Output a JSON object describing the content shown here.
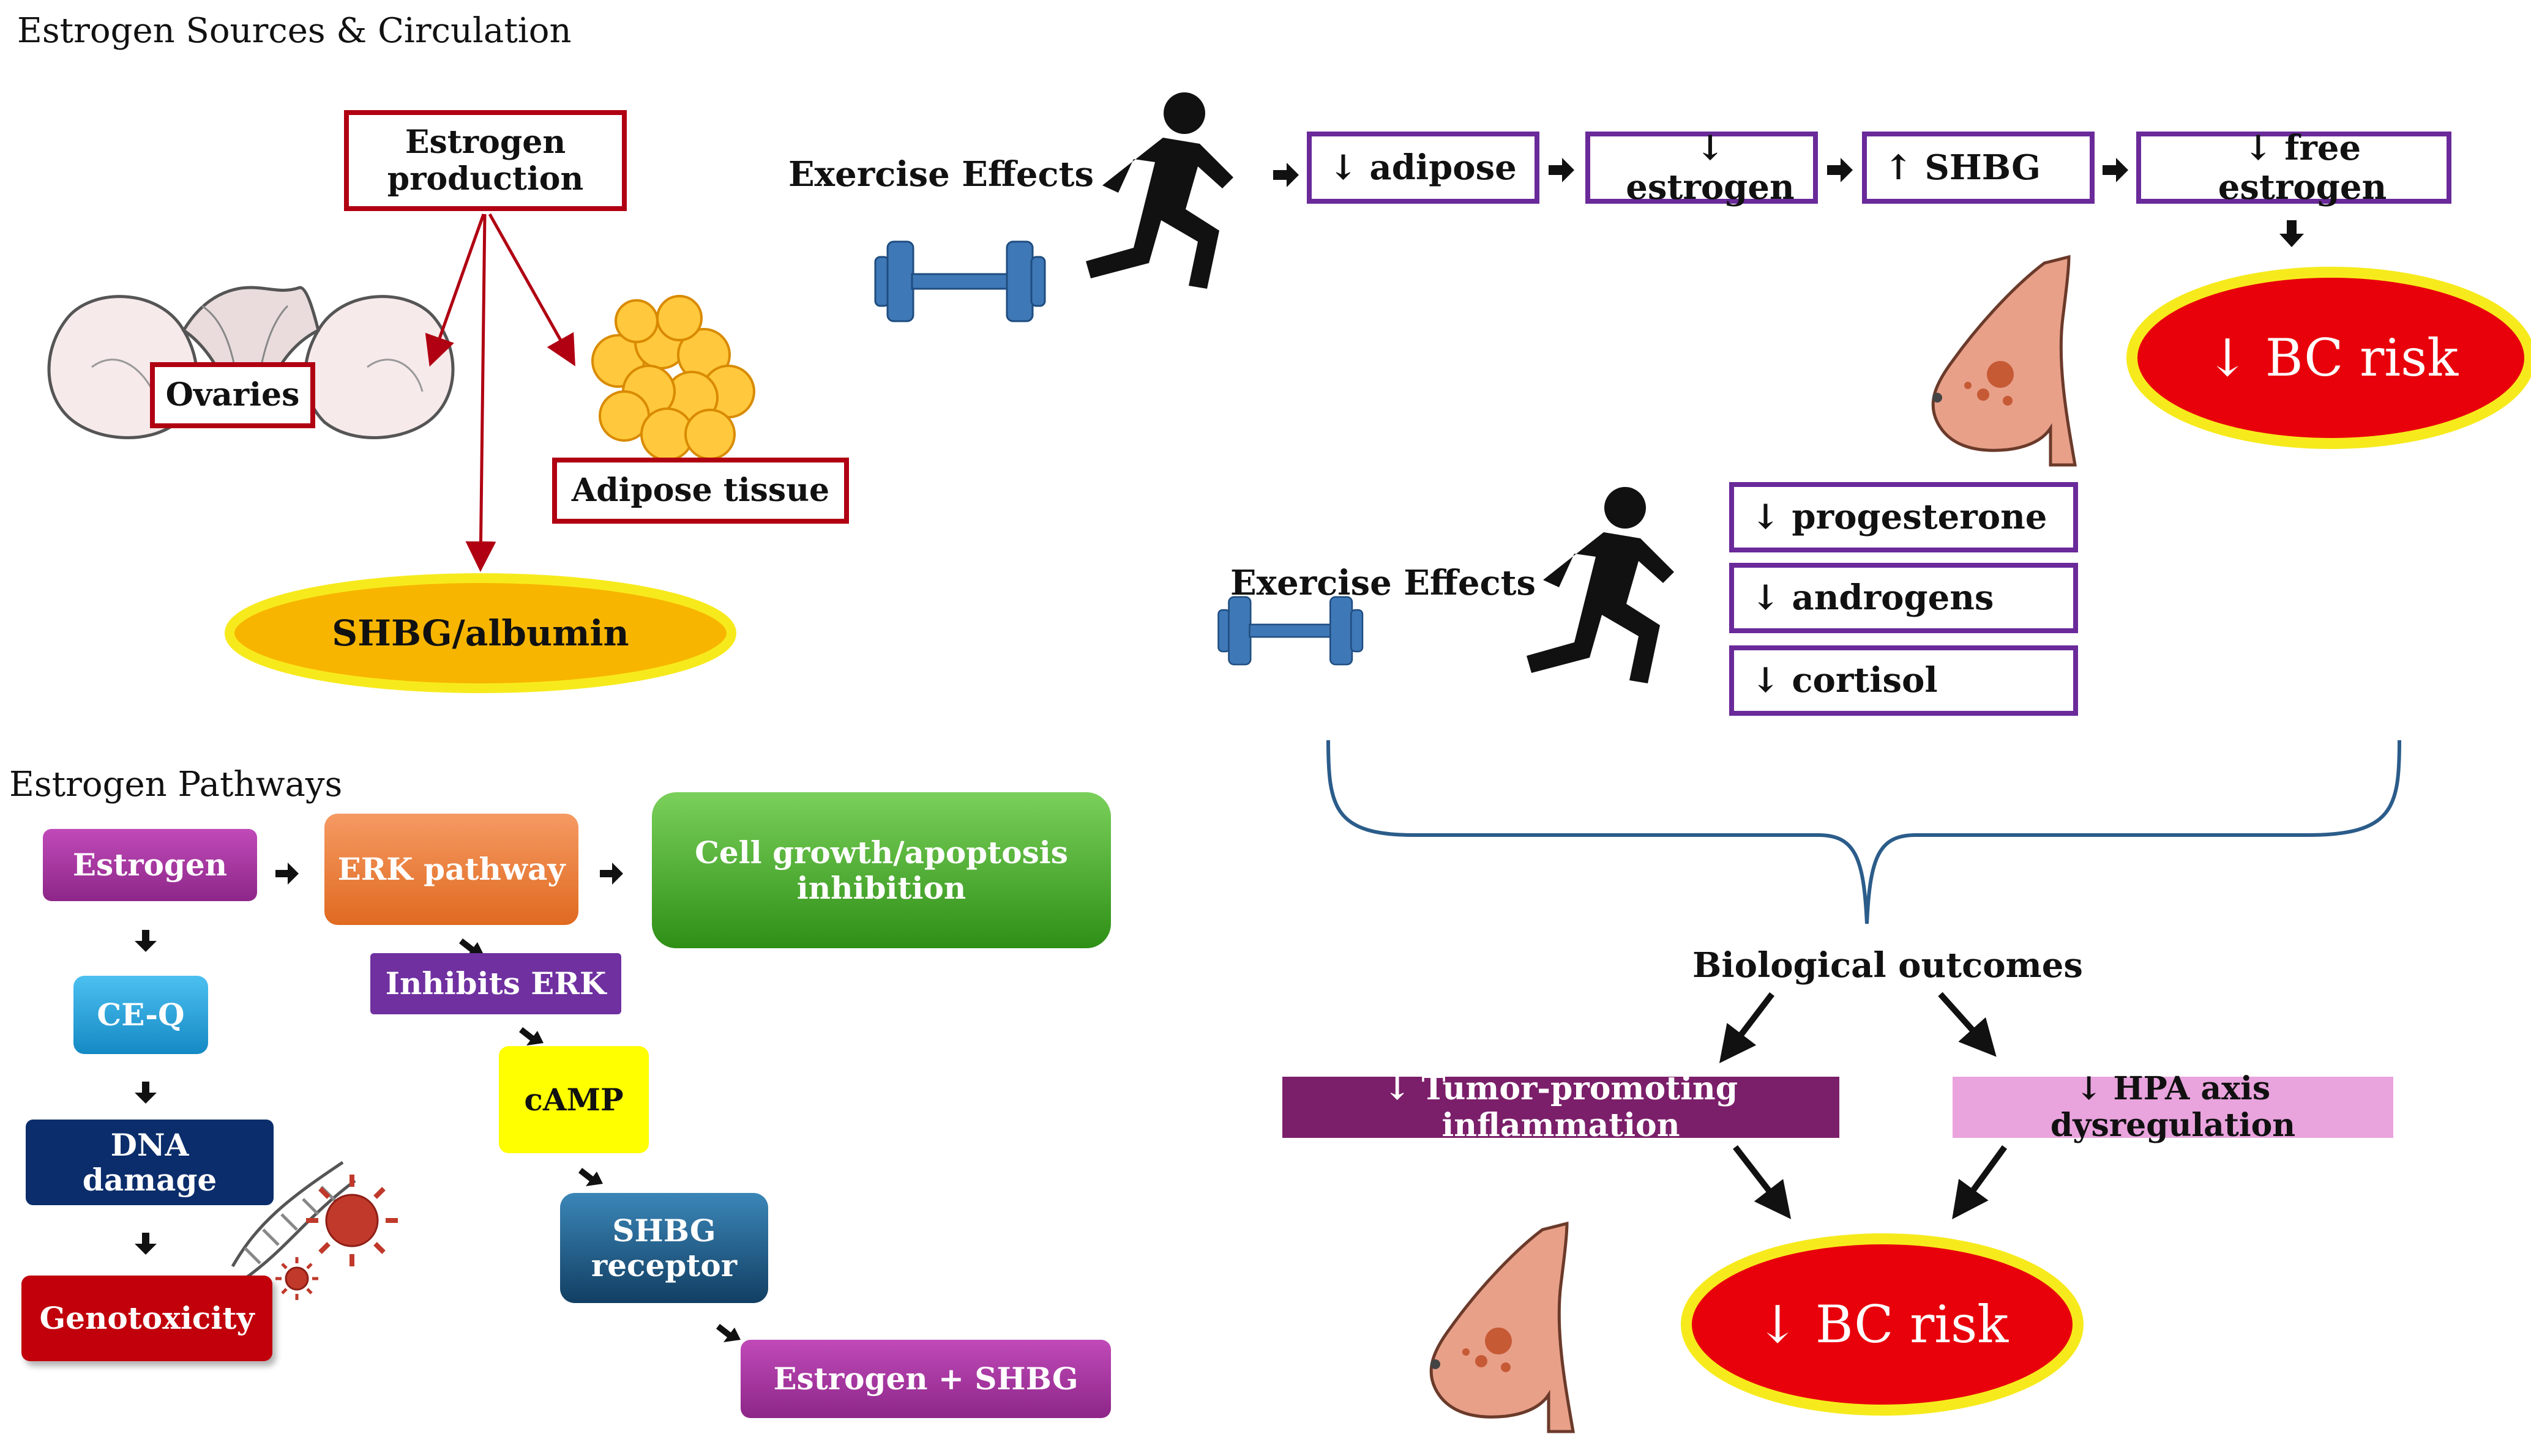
{
  "sections": {
    "sources_title": "Estrogen Sources & Circulation",
    "pathways_title": "Estrogen Pathways"
  },
  "sources": {
    "production": "Estrogen production",
    "ovaries": "Ovaries",
    "adipose": "Adipose tissue",
    "shbg_albumin": "SHBG/albumin"
  },
  "exercise_top": {
    "label": "Exercise Effects",
    "chain": [
      "↓ adipose",
      "↓ estrogen",
      "↑ SHBG",
      "↓ free estrogen"
    ],
    "outcome": "↓ BC risk"
  },
  "exercise_mid": {
    "label": "Exercise Effects",
    "effects": [
      "↓ progesterone",
      "↓ androgens",
      "↓ cortisol"
    ]
  },
  "outcomes": {
    "title": "Biological outcomes",
    "inflammation": "↓ Tumor-promoting inflammation",
    "hpa": "↓ HPA axis dysregulation",
    "risk": "↓ BC risk"
  },
  "pathways": {
    "estrogen": "Estrogen",
    "ceq": "CE-Q",
    "dna_damage": "DNA damage",
    "genotoxicity": "Genotoxicity",
    "erk": "ERK pathway",
    "inhibits_erk": "Inhibits ERK",
    "camp": "cAMP",
    "shbg_receptor": "SHBG receptor",
    "estrogen_shbg": "Estrogen + SHBG",
    "cell_growth": "Cell growth/apoptosis inhibition"
  },
  "colors": {
    "red_border": "#b00012",
    "purple_border": "#6a2a9a",
    "risk_fill": "#e8000b",
    "risk_ring": "#f7ea1c",
    "shbg_fill": "#f7b500",
    "magenta": "#a4319f",
    "orange": "#ef7d36",
    "green": "#4fb12a",
    "sky": "#27a6e0",
    "navy": "#0b2d6b",
    "dark_red": "#c1000c",
    "violet": "#7030a0",
    "yellow": "#ffff00",
    "steel_blue": "#1f5e8a",
    "plum": "#7b1f6a",
    "pink": "#e9a3dd",
    "dumbbell": "#3f78b6"
  },
  "icons": [
    "runner-icon",
    "dumbbell-icon",
    "breast-icon",
    "dna-icon",
    "virus-icon",
    "ovaries-icon",
    "fat-cells-icon"
  ]
}
